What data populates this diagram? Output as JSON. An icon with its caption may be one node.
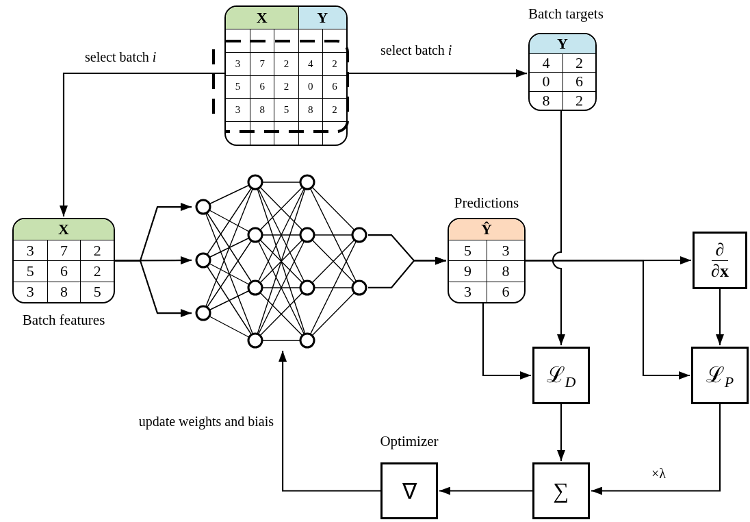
{
  "diagram": {
    "nodes": [
      {
        "text": [
          "X",
          "Y",
          "3",
          "7",
          "2",
          "4",
          "2",
          "5",
          "6",
          "2",
          "0",
          "6",
          "3",
          "8",
          "5",
          "8",
          "2"
        ]
      },
      {
        "text": [
          "Y",
          "4",
          "2",
          "0",
          "6",
          "8",
          "2"
        ],
        "beside": [
          "Batch targets"
        ]
      },
      {
        "text": [
          "X",
          "3",
          "7",
          "2",
          "5",
          "6",
          "2",
          "3",
          "8",
          "5"
        ],
        "beside": [
          "Batch features"
        ]
      },
      {
        "text": [],
        "shape": "network"
      },
      {
        "text": [
          "Ŷ",
          "5",
          "3",
          "9",
          "8",
          "3",
          "6"
        ],
        "beside": [
          "Predictions"
        ]
      },
      {
        "text": [
          "∂",
          "∂**x**"
        ]
      },
      {
        "text": [
          "ℒ$_{D}$"
        ]
      },
      {
        "text": [
          "ℒ$_{P}$"
        ]
      },
      {
        "text": [
          "∑"
        ]
      },
      {
        "text": [
          "∇"
        ],
        "beside": [
          "Optimizer"
        ]
      }
    ],
    "edges": [
      {
        "from": 0,
        "to": 2,
        "arrow": "to",
        "label": "select batch *i*"
      },
      {
        "from": 0,
        "to": 1,
        "arrow": "to",
        "label": "select batch *i*"
      },
      {
        "from": 2,
        "to": 3,
        "arrow": "to"
      },
      {
        "from": 2,
        "to": 3,
        "arrow": "to"
      },
      {
        "from": 2,
        "to": 3,
        "arrow": "to"
      },
      {
        "from": 3,
        "to": 4,
        "arrow": "to"
      },
      {
        "from": 3,
        "to": 4,
        "arrow": "to"
      },
      {
        "from": 1,
        "to": 6,
        "arrow": "to"
      },
      {
        "from": 4,
        "to": 5,
        "arrow": "to"
      },
      {
        "from": 4,
        "to": 6,
        "arrow": "to"
      },
      {
        "from": 4,
        "to": 7,
        "arrow": "to"
      },
      {
        "from": 5,
        "to": 7,
        "arrow": "to"
      },
      {
        "from": 6,
        "to": 8,
        "arrow": "to"
      },
      {
        "from": 7,
        "to": 8,
        "arrow": "to",
        "label": "×λ"
      },
      {
        "from": 8,
        "to": 9,
        "arrow": "to"
      },
      {
        "from": 9,
        "to": 3,
        "arrow": "to",
        "label": "update weights and biais"
      }
    ]
  }
}
